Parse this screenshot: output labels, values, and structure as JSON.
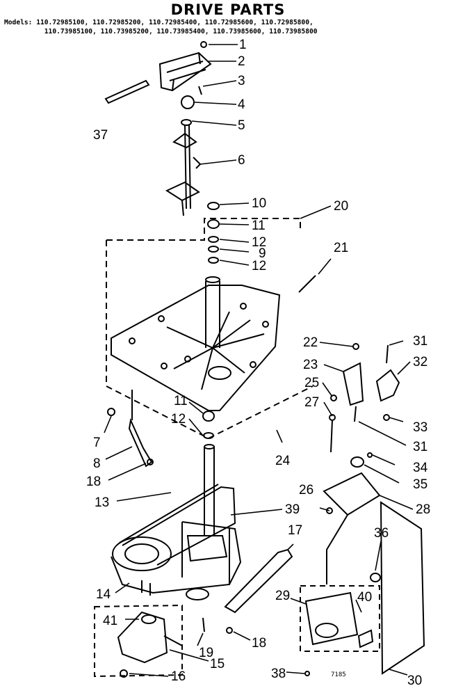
{
  "title": "DRIVE PARTS",
  "models": {
    "label": "Models:",
    "line1": "110.72985100, 110.72985200, 110.72985400, 110.72985600, 110.72985800,",
    "line2": "110.73985100, 110.73985200, 110.73985400, 110.73985600, 110.73985800"
  },
  "callouts": [
    "1",
    "2",
    "3",
    "4",
    "5",
    "6",
    "10",
    "11",
    "12",
    "9",
    "12",
    "20",
    "21",
    "37",
    "22",
    "31",
    "23",
    "32",
    "25",
    "27",
    "33",
    "31",
    "11",
    "12",
    "7",
    "8",
    "18",
    "24",
    "34",
    "35",
    "13",
    "26",
    "28",
    "39",
    "17",
    "36",
    "14",
    "29",
    "40",
    "18",
    "19",
    "41",
    "15",
    "16",
    "38",
    "30"
  ],
  "image_code": "7185"
}
